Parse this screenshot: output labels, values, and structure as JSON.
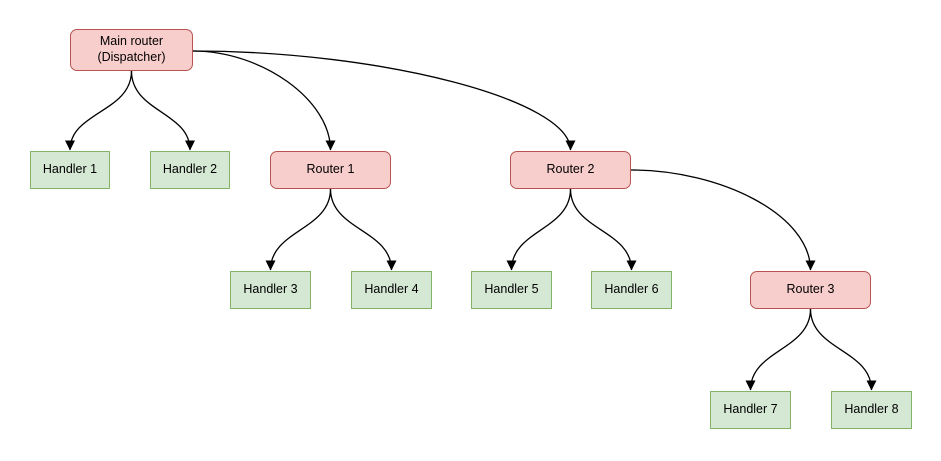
{
  "diagram": {
    "nodes": {
      "main_router": {
        "label": "Main router\n(Dispatcher)",
        "type": "router"
      },
      "handler_1": {
        "label": "Handler 1",
        "type": "handler"
      },
      "handler_2": {
        "label": "Handler 2",
        "type": "handler"
      },
      "router_1": {
        "label": "Router 1",
        "type": "router"
      },
      "router_2": {
        "label": "Router 2",
        "type": "router"
      },
      "handler_3": {
        "label": "Handler 3",
        "type": "handler"
      },
      "handler_4": {
        "label": "Handler 4",
        "type": "handler"
      },
      "handler_5": {
        "label": "Handler 5",
        "type": "handler"
      },
      "handler_6": {
        "label": "Handler 6",
        "type": "handler"
      },
      "router_3": {
        "label": "Router 3",
        "type": "router"
      },
      "handler_7": {
        "label": "Handler 7",
        "type": "handler"
      },
      "handler_8": {
        "label": "Handler 8",
        "type": "handler"
      }
    },
    "edges": [
      {
        "from": "main_router",
        "to": "handler_1"
      },
      {
        "from": "main_router",
        "to": "handler_2"
      },
      {
        "from": "main_router",
        "to": "router_1"
      },
      {
        "from": "main_router",
        "to": "router_2"
      },
      {
        "from": "router_1",
        "to": "handler_3"
      },
      {
        "from": "router_1",
        "to": "handler_4"
      },
      {
        "from": "router_2",
        "to": "handler_5"
      },
      {
        "from": "router_2",
        "to": "handler_6"
      },
      {
        "from": "router_2",
        "to": "router_3"
      },
      {
        "from": "router_3",
        "to": "handler_7"
      },
      {
        "from": "router_3",
        "to": "handler_8"
      }
    ],
    "colors": {
      "router_fill": "#f8cecc",
      "router_stroke": "#b85450",
      "handler_fill": "#d5e8d4",
      "handler_stroke": "#82b366",
      "edge_stroke": "#000000",
      "background": "#ffffff"
    }
  }
}
